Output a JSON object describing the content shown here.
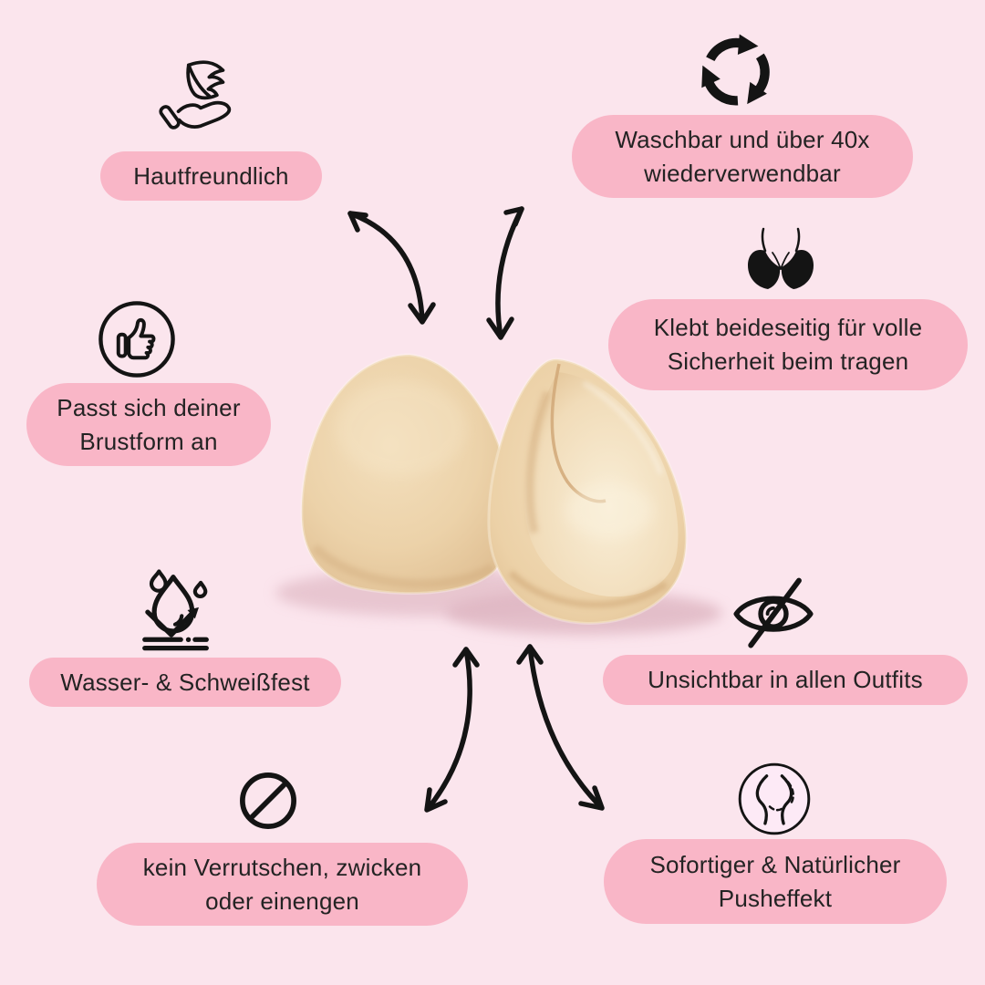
{
  "colors": {
    "background": "#fbe5ed",
    "pill": "#f9b6c7",
    "text": "#232323",
    "icon": "#141414",
    "pad_beige": "#ecd1a7",
    "push_icon_fill": "#fdeaf6"
  },
  "product_image": "nude-silicone-adhesive-bra-inserts",
  "features": [
    {
      "id": "skin-friendly",
      "icon": "hand-holding-feather-icon",
      "lines": [
        "Hautfreundlich"
      ]
    },
    {
      "id": "washable",
      "icon": "recycle-arrows-icon",
      "lines": [
        "Waschbar und über 40x",
        "wiederverwendbar"
      ]
    },
    {
      "id": "adhesive",
      "icon": "bra-icon",
      "lines": [
        "Klebt beideseitig für volle",
        "Sicherheit beim tragen"
      ]
    },
    {
      "id": "adapts-to-shape",
      "icon": "thumbs-up-circle-icon",
      "lines": [
        "Passt sich deiner",
        "Brustform an"
      ]
    },
    {
      "id": "waterproof",
      "icon": "water-repellent-icon",
      "lines": [
        "Wasser- & Schweißfest"
      ]
    },
    {
      "id": "invisible",
      "icon": "eye-off-icon",
      "lines": [
        "Unsichtbar in allen Outfits"
      ]
    },
    {
      "id": "no-slipping",
      "icon": "prohibition-icon",
      "lines": [
        "kein Verrutschen, zwicken",
        "oder einengen"
      ]
    },
    {
      "id": "push-effect",
      "icon": "breast-profile-circle-icon",
      "lines": [
        "Sofortiger & Natürlicher",
        "Pusheffekt"
      ]
    }
  ]
}
